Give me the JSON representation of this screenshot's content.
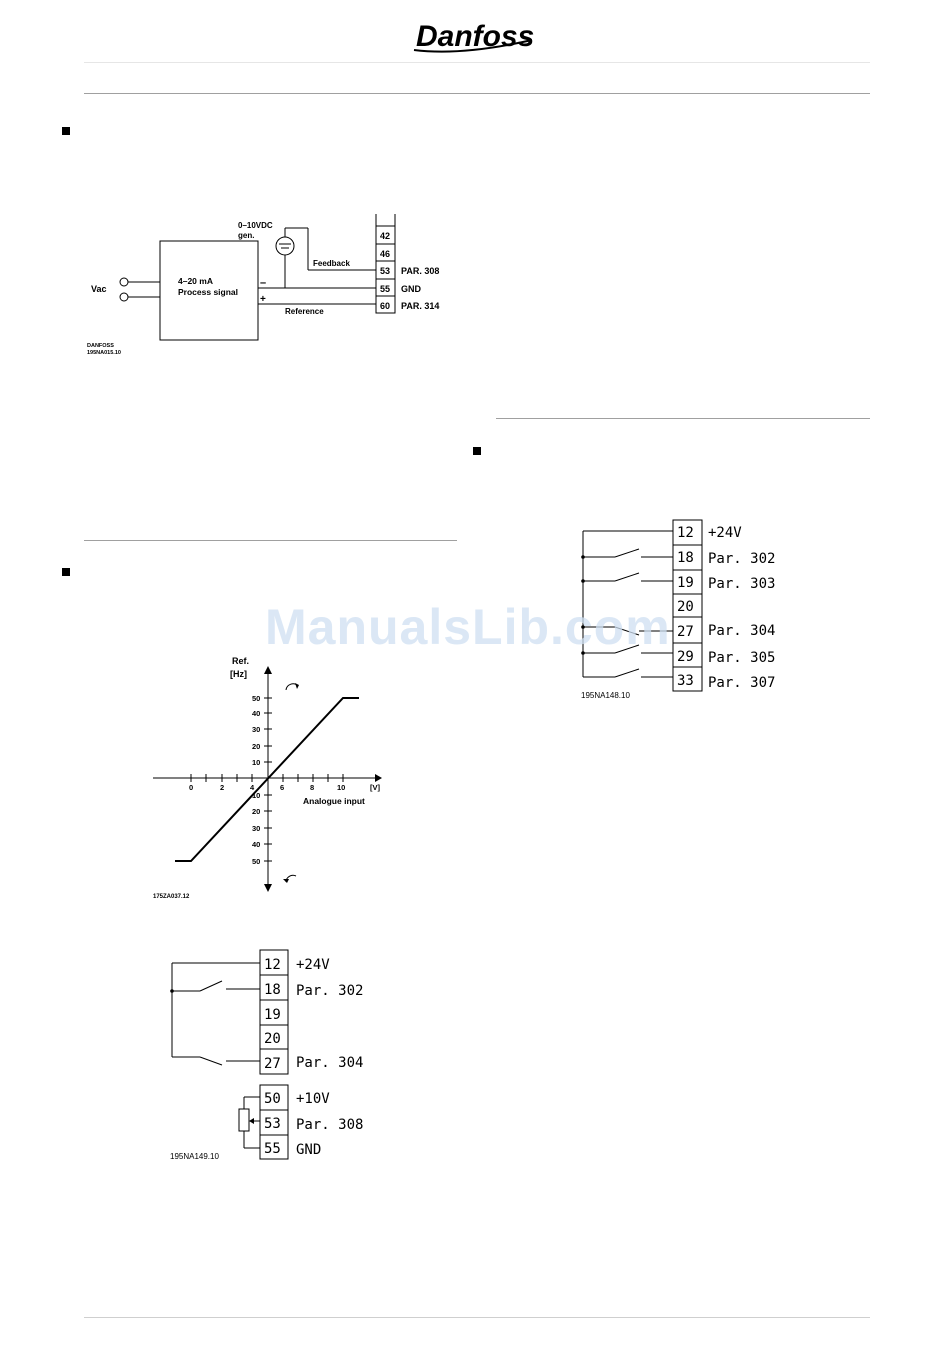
{
  "brand": {
    "logo_text": "Danfoss"
  },
  "watermark": "ManualsLib.com",
  "diagram1": {
    "gen_label_1": "0–10VDC",
    "gen_label_2": "gen.",
    "vac_label": "Vac",
    "box_line1": "4–20  mA",
    "box_line2": "Process  signal",
    "minus": "–",
    "plus": "+",
    "feedback_label": "Feedback",
    "reference_label": "Reference",
    "terminals": [
      "42",
      "46",
      "53",
      "55",
      "60"
    ],
    "terminal_labels": [
      "",
      "",
      "PAR.  308",
      "GND",
      "PAR.  314"
    ],
    "code_1": "DANFOSS",
    "code_2": "195NA015.10"
  },
  "graph": {
    "ylabel_1": "Ref.",
    "ylabel_2": "[Hz]",
    "xunit": "[V]",
    "xlabel": "Analogue  input",
    "x_ticks": [
      "0",
      "2",
      "4",
      "6",
      "8",
      "10"
    ],
    "y_ticks_pos": [
      "50",
      "40",
      "30",
      "20",
      "10"
    ],
    "y_ticks_neg": [
      "10",
      "20",
      "30",
      "40",
      "50"
    ],
    "code": "175ZA037.12"
  },
  "diagram3": {
    "terminals": [
      "12",
      "18",
      "19",
      "20",
      "27"
    ],
    "labels": [
      "+24V",
      "Par.  302",
      "",
      "",
      "Par.  304"
    ],
    "terminals2": [
      "50",
      "53",
      "55"
    ],
    "labels2": [
      "+10V",
      "Par.  308",
      "GND"
    ],
    "code": "195NA149.10"
  },
  "diagram2": {
    "terminals": [
      "12",
      "18",
      "19",
      "20",
      "27",
      "29",
      "33"
    ],
    "labels": [
      "+24V",
      "Par.  302",
      "Par.  303",
      "",
      "Par.  304",
      "Par.  305",
      "Par.  307"
    ],
    "code": "195NA148.10"
  }
}
